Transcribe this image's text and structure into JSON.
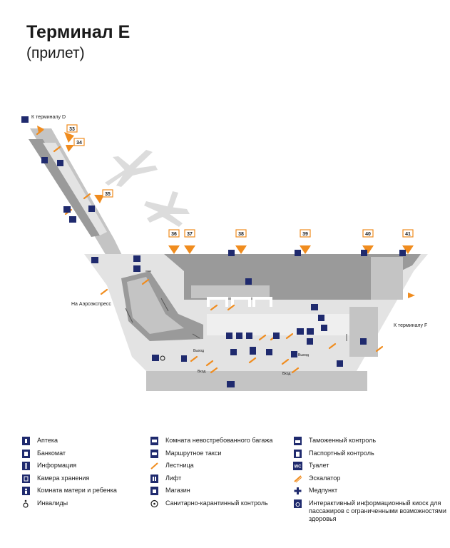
{
  "header": {
    "title": "Терминал E",
    "subtitle": "(прилет)"
  },
  "map": {
    "labels": {
      "to_terminal_d": "К терминалу D",
      "to_terminal_f": "К терминалу F",
      "to_aeroexpress": "На Аэроэкспресс",
      "exit_1": "Выход",
      "exit_2": "Вход",
      "exit_3": "Выход",
      "exit_4": "Вход"
    },
    "gates": [
      "33",
      "34",
      "35",
      "36",
      "37",
      "38",
      "39",
      "40",
      "41"
    ],
    "colors": {
      "accent": "#f08c1e",
      "navy": "#1f2a6e",
      "floor_dark": "#9a9a9a",
      "floor_mid": "#c4c4c4",
      "floor_light": "#e3e3e3",
      "plane": "#dcdcdc"
    }
  },
  "legend": {
    "col1": [
      {
        "icon": "pharmacy-icon",
        "label": "Аптека"
      },
      {
        "icon": "atm-icon",
        "label": "Банкомат"
      },
      {
        "icon": "info-icon",
        "label": "Информация"
      },
      {
        "icon": "luggage-storage-icon",
        "label": "Камера хранения"
      },
      {
        "icon": "mother-child-icon",
        "label": "Комната матери и ребенка"
      },
      {
        "icon": "wheelchair-icon",
        "label": "Инвалиды"
      }
    ],
    "col2": [
      {
        "icon": "lost-baggage-icon",
        "label": "Комната невостребованного багажа"
      },
      {
        "icon": "shuttle-taxi-icon",
        "label": "Маршрутное такси"
      },
      {
        "icon": "stairs-icon",
        "label": "Лестница"
      },
      {
        "icon": "elevator-icon",
        "label": "Лифт"
      },
      {
        "icon": "shop-icon",
        "label": "Магазин"
      },
      {
        "icon": "quarantine-icon",
        "label": "Санитарно-карантинный контроль"
      }
    ],
    "col3": [
      {
        "icon": "customs-icon",
        "label": "Таможенный контроль"
      },
      {
        "icon": "passport-icon",
        "label": "Паспортный контроль"
      },
      {
        "icon": "toilet-icon",
        "label": "Туалет"
      },
      {
        "icon": "escalator-icon",
        "label": "Эскалатор"
      },
      {
        "icon": "first-aid-icon",
        "label": "Медпункт"
      },
      {
        "icon": "accessible-kiosk-icon",
        "label": "Интерактивный информационный киоск для пассажиров с ограниченными возможностями здоровья"
      }
    ]
  }
}
